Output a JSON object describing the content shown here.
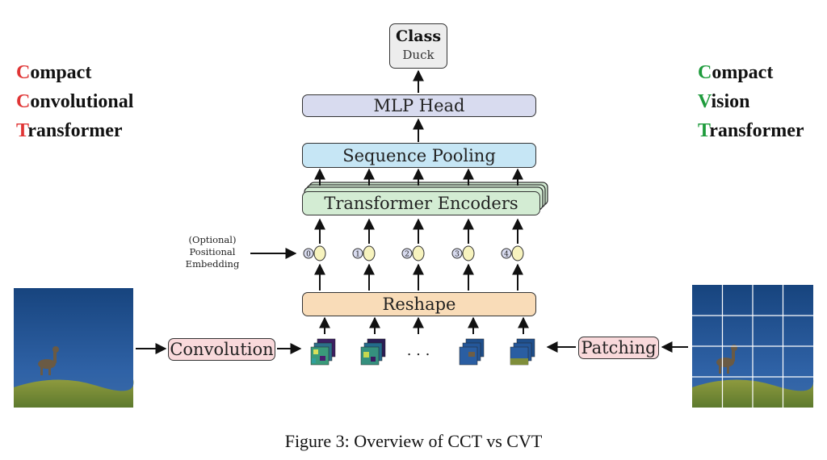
{
  "left_title": {
    "lines": [
      {
        "cap": "C",
        "rest": "ompact"
      },
      {
        "cap": "C",
        "rest": "onvolutional"
      },
      {
        "cap": "T",
        "rest": "ransformer"
      }
    ]
  },
  "right_title": {
    "lines": [
      {
        "cap": "C",
        "rest": "ompact"
      },
      {
        "cap": "V",
        "rest": "ision"
      },
      {
        "cap": "T",
        "rest": "ransformer"
      }
    ]
  },
  "output": {
    "heading": "Class",
    "value": "Duck"
  },
  "blocks": {
    "mlp_head": "MLP Head",
    "sequence_pooling": "Sequence Pooling",
    "transformer_encoders": "Transformer Encoders",
    "reshape": "Reshape",
    "convolution": "Convolution",
    "patching": "Patching"
  },
  "positional_embedding": {
    "line1": "(Optional)",
    "line2": "Positional",
    "line3": "Embedding"
  },
  "tokens": [
    "0",
    "1",
    "2",
    "3",
    "4"
  ],
  "ellipsis": ". . .",
  "caption": "Figure 3: Overview of CCT vs CVT",
  "colors": {
    "cct_accent": "#e03535",
    "cvt_accent": "#1e9b3c",
    "mlp_fill": "#d8dbef",
    "pooling_fill": "#c6e6f5",
    "encoder_fill": "#d3ecd3",
    "reshape_fill": "#f9dcb8",
    "conv_fill": "#f9d9db",
    "token_id_fill": "#d8dbef",
    "token_emb_fill": "#f7f3be"
  }
}
